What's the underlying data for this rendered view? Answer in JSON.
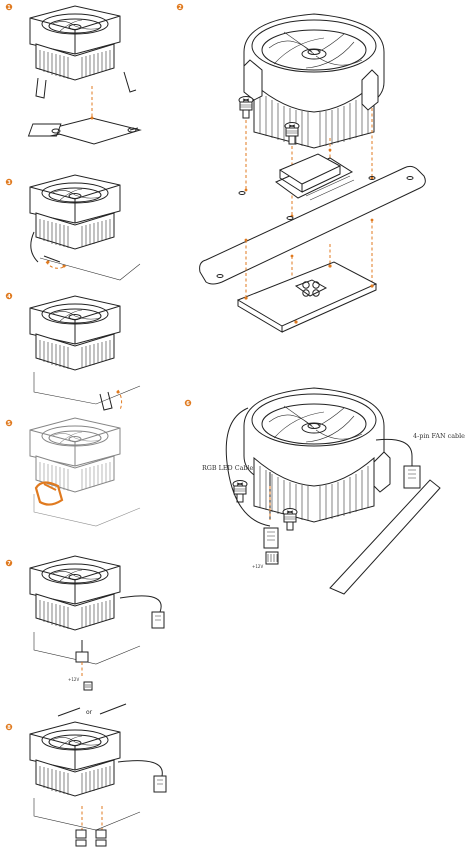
{
  "steps": [
    {
      "number": "1"
    },
    {
      "number": "2"
    },
    {
      "number": "3"
    },
    {
      "number": "4"
    },
    {
      "number": "5"
    },
    {
      "number": "6"
    },
    {
      "number": "7"
    },
    {
      "number": "8"
    }
  ],
  "labels": {
    "rgb_led_cable": "RGB LED Cable",
    "fan_cable": "4-pin FAN cable",
    "plus12v_large": "+12V",
    "plus12v_small": "+12V",
    "or": "or"
  },
  "colors": {
    "accent": "#e07a1f",
    "line": "#222222"
  }
}
